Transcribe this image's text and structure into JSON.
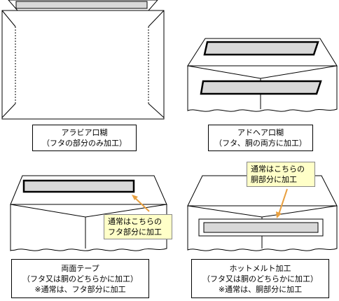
{
  "panels": [
    {
      "title": "アラビア口糊",
      "subtitle": "（フタの部分のみ加工）"
    },
    {
      "title": "アドヘア口糊",
      "subtitle": "（フタ、胴の両方に加工）"
    },
    {
      "title": "両面テープ",
      "subtitle": "（フタ又は胴のどちらかに加工）",
      "note": "※通常は、フタ部分に加工"
    },
    {
      "title": "ホットメルト加工",
      "subtitle": "（フタ又は胴のどちらかに加工）",
      "note": "※通常は、胴部分に加工"
    }
  ],
  "callouts": {
    "flap": {
      "line1": "通常はこちらの",
      "line2": "フタ部分に加工"
    },
    "body": {
      "line1": "通常はこちらの",
      "line2": "胴部分に加工"
    }
  },
  "colors": {
    "strip": "#d8d8d8",
    "callout_bg": "#ffffc8",
    "arrow": "#e8a040"
  }
}
